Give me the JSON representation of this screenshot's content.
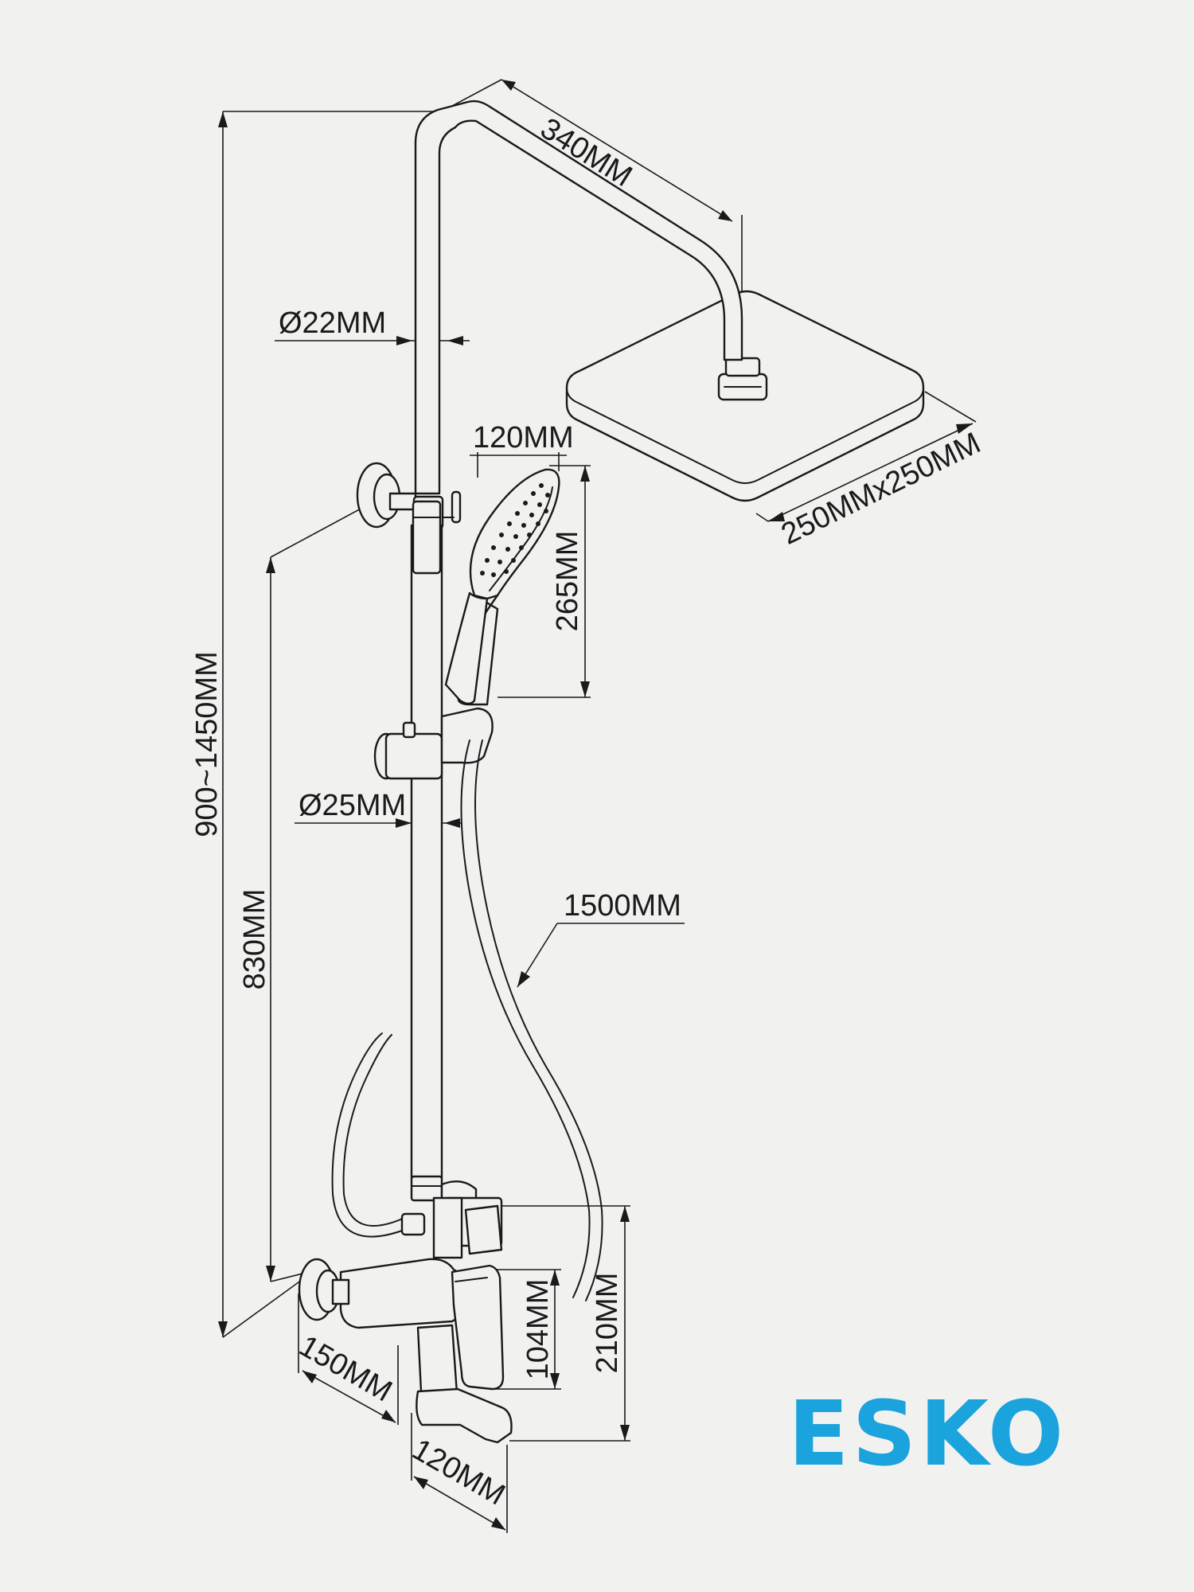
{
  "dimensions": {
    "arm_length": "340MM",
    "upper_pipe_diameter": "Ø22MM",
    "lower_pipe_diameter": "Ø25MM",
    "hand_shower_width": "120MM",
    "hand_shower_length": "265MM",
    "head_size": "250MMx250MM",
    "total_height": "900~1450MM",
    "rail_height": "830MM",
    "hose_length": "1500MM",
    "mixer_height": "210MM",
    "lever_height": "104MM",
    "wall_depth": "150MM",
    "spout_length": "120MM"
  },
  "brand": {
    "name": "ESKO",
    "color": "#1aa3dc"
  },
  "colors": {
    "line": "#1a1a1a",
    "background": "#f1f1f0"
  }
}
